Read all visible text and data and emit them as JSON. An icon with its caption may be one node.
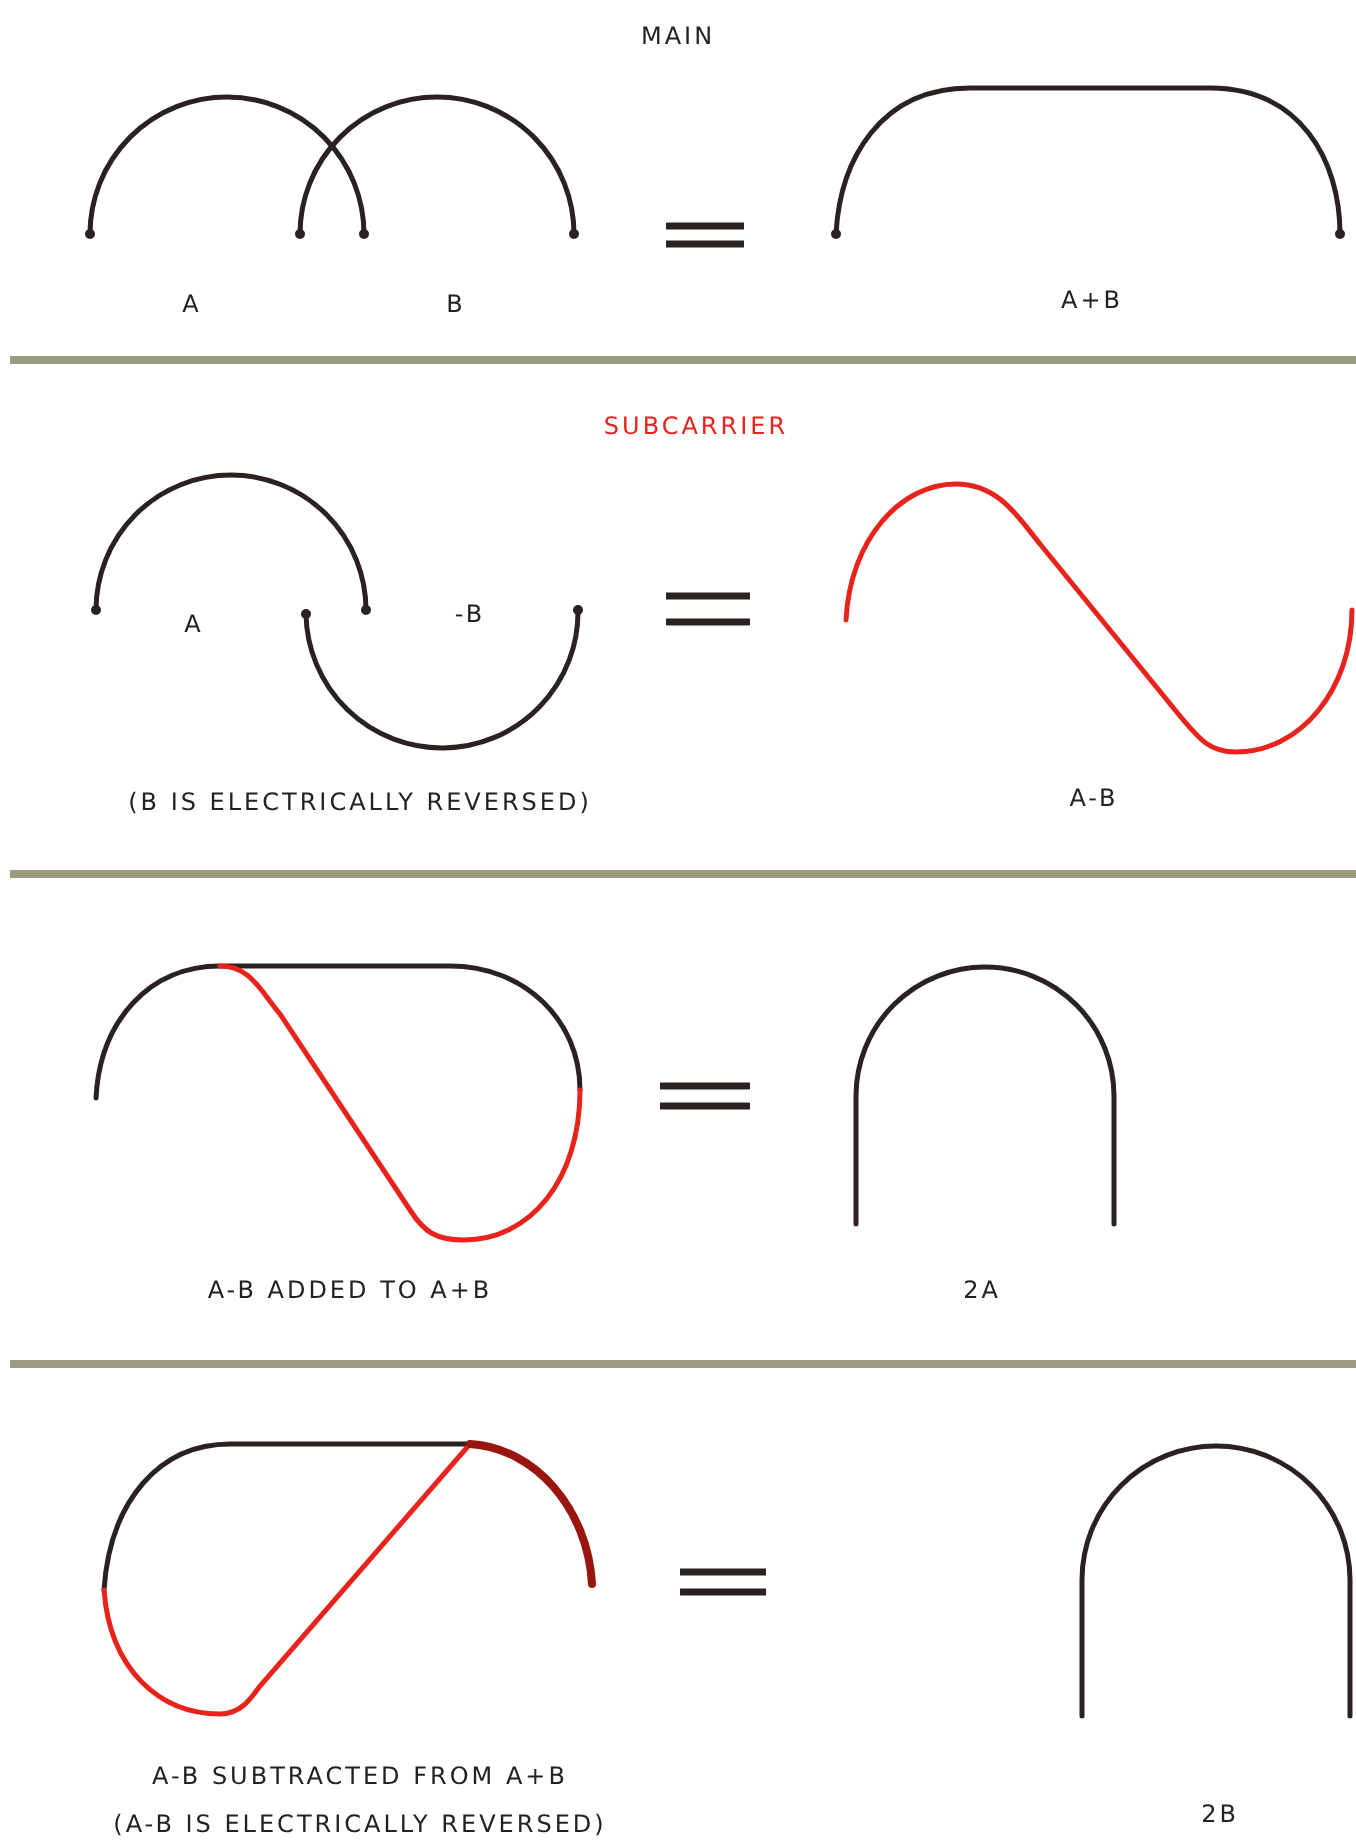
{
  "diagram": {
    "labels": [
      "MAIN",
      "A",
      "B",
      "A+B",
      "SUBCARRIER",
      "A",
      "-B",
      "(B IS ELECTRICALLY REVERSED)",
      "A-B",
      "A-B ADDED TO A+B",
      "2A",
      "A-B SUBTRACTED FROM A+B",
      "(A-B IS ELECTRICALLY REVERSED)",
      "2B"
    ]
  }
}
